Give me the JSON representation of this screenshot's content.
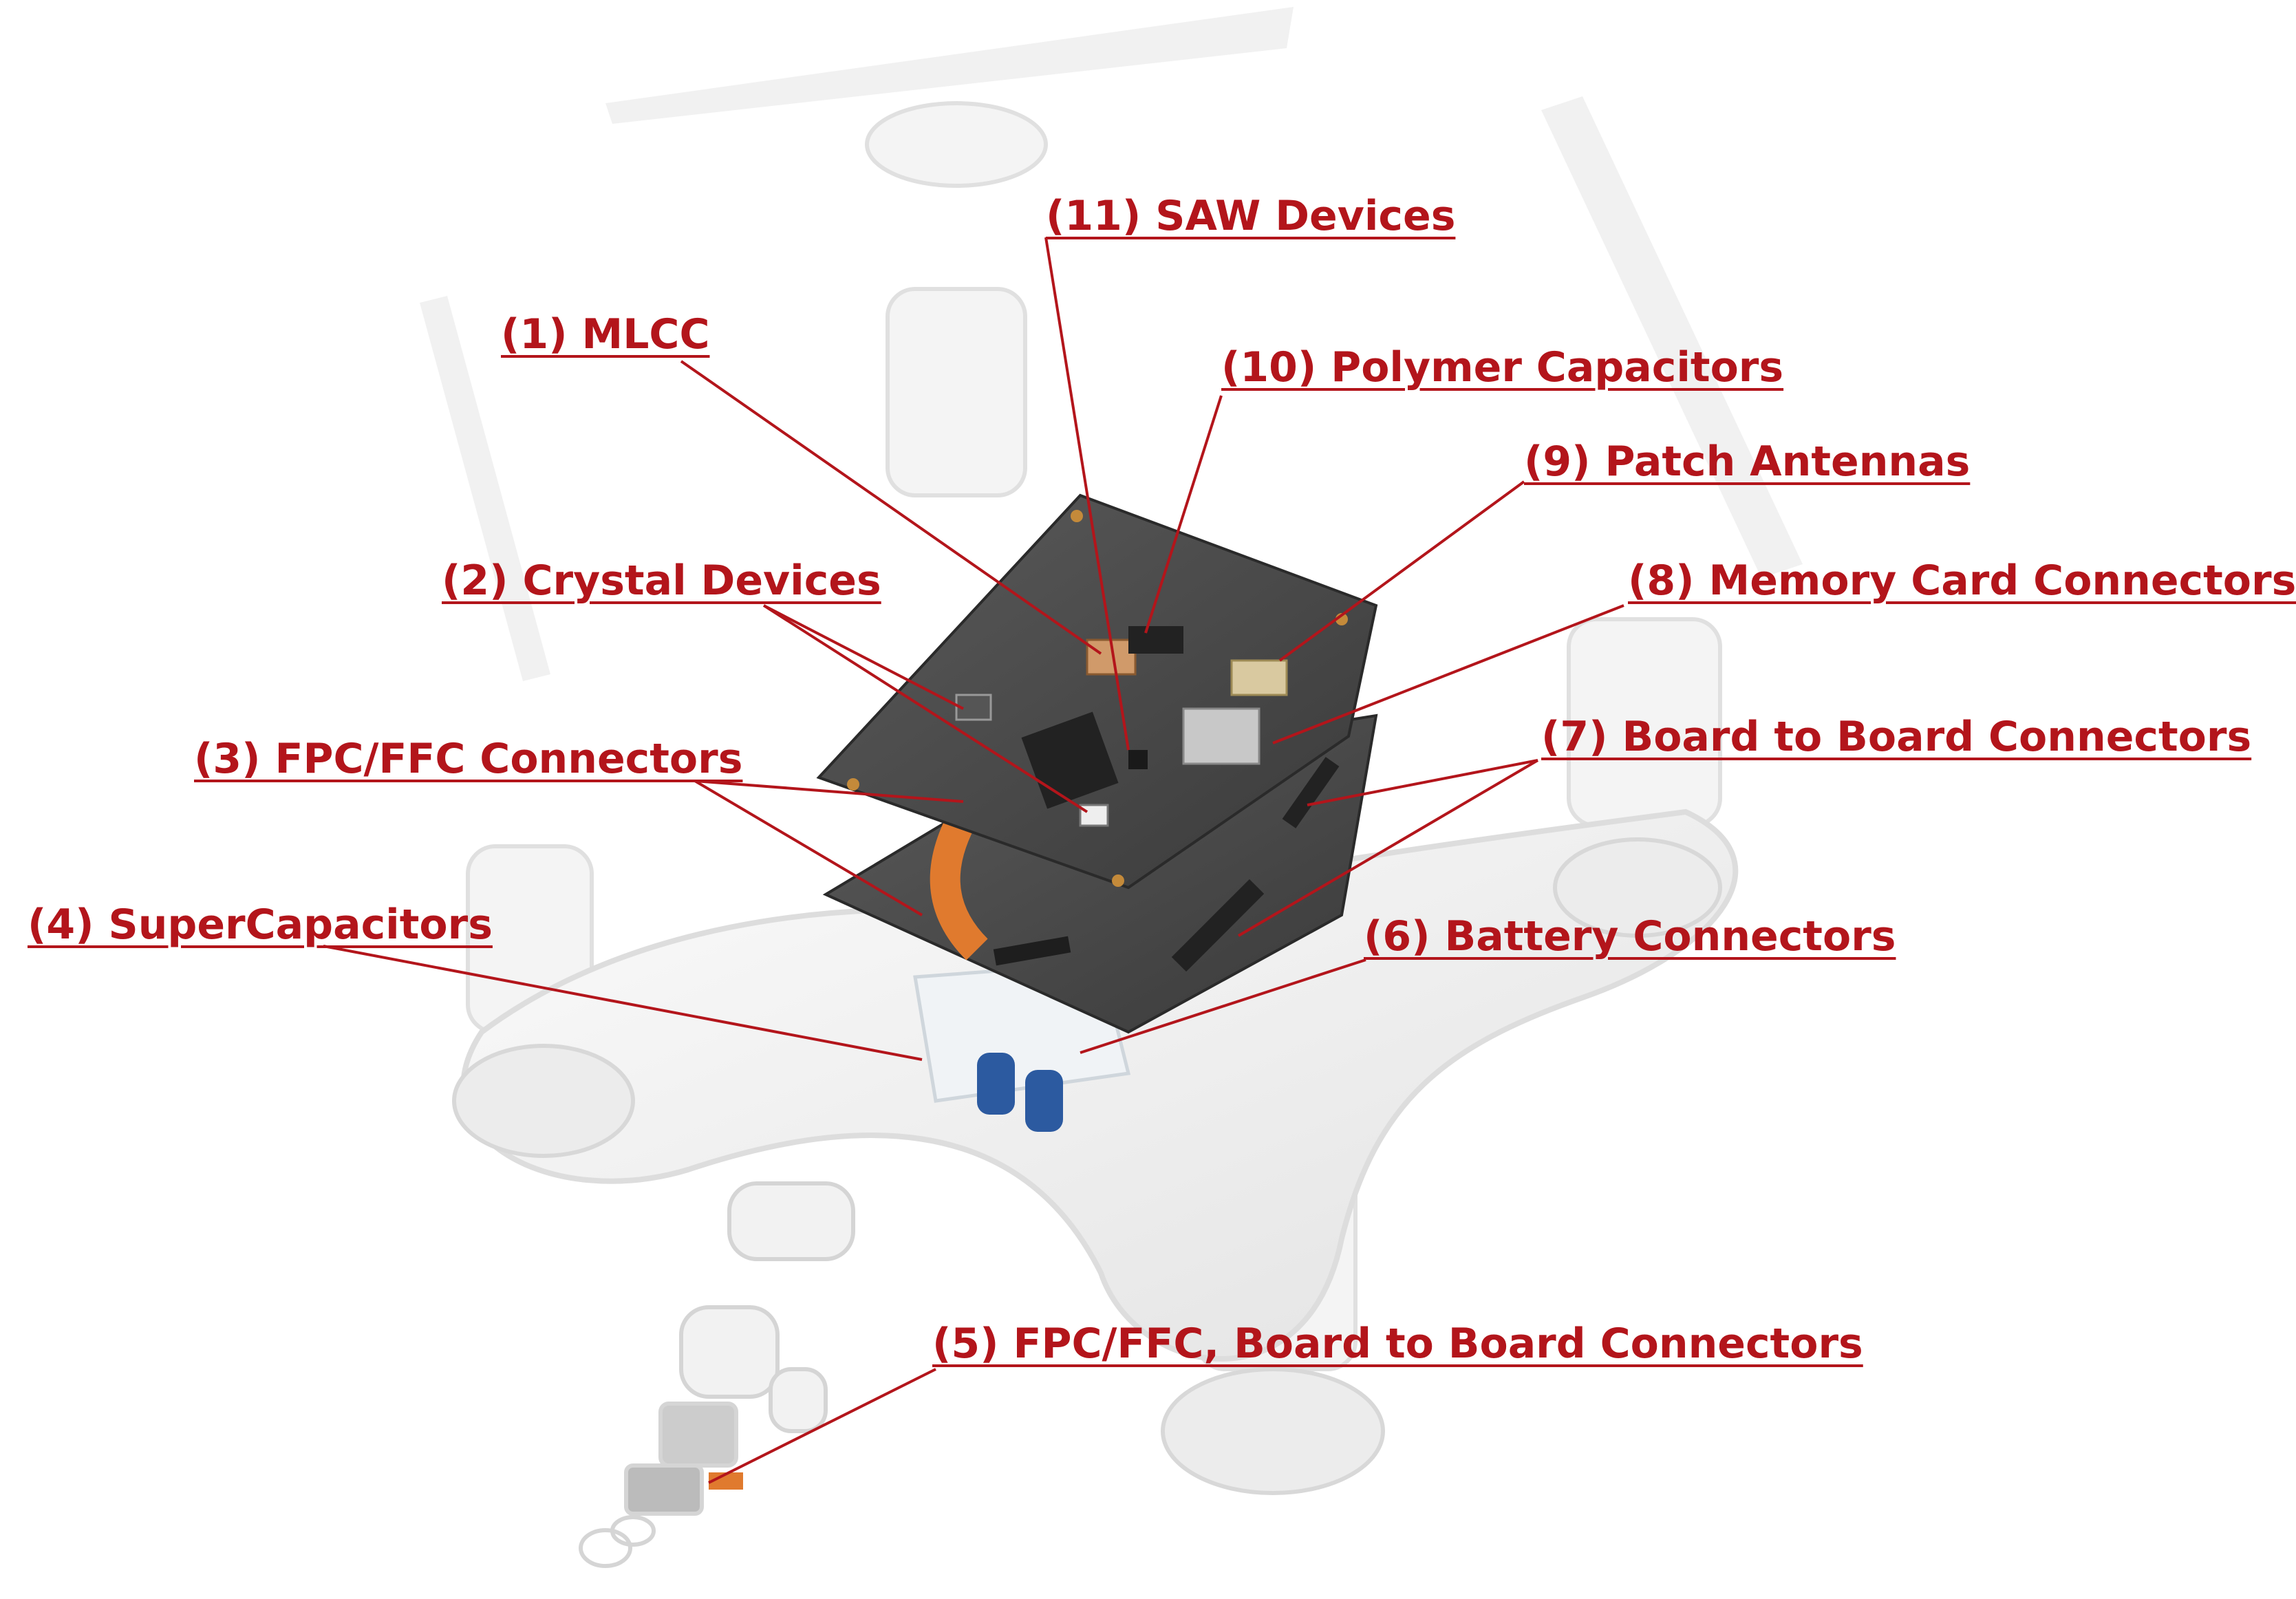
{
  "labels": {
    "mlcc": "(1) MLCC",
    "crystal": "(2) Crystal Devices",
    "fpc": "(3) FPC/FFC Connectors",
    "supercap": "(4) SuperCapacitors",
    "camera_conn": "(5) FPC/FFC, Board to Board Connectors",
    "battery": "(6) Battery Connectors",
    "b2b": "(7) Board to Board Connectors",
    "memcard": "(8) Memory Card Connectors",
    "patch": "(9) Patch Antennas",
    "polymer": "(10) Polymer Capacitors",
    "saw": "(11) SAW Devices"
  },
  "colors": {
    "label_red": "#b3151b",
    "pcb_dark": "#4a4a4a",
    "body_white": "#f3f3f3",
    "flex_orange": "#e07a2e",
    "cap_blue": "#2c5aa0"
  }
}
